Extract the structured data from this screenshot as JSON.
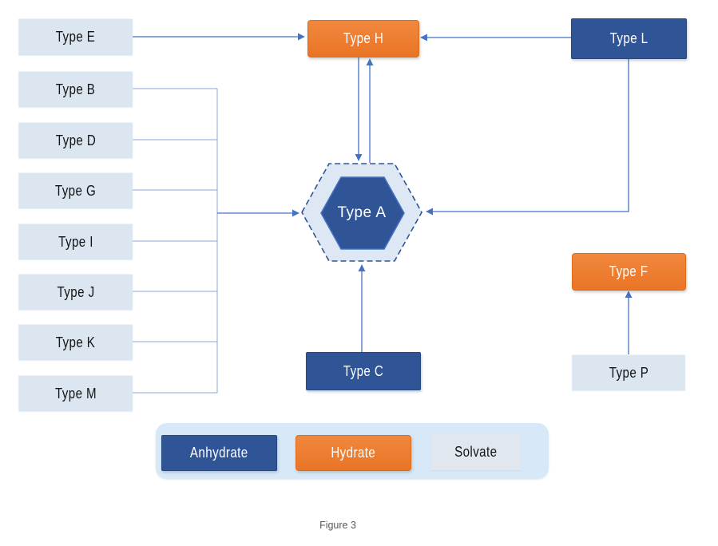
{
  "caption": "Figure 3",
  "colors": {
    "anhydrate": "#2F5597",
    "hydrate": "#ED7D31",
    "solvate": "#DCE6F1",
    "legend_background": "#D7E9F8",
    "connector": "#4472C4",
    "connector_light": "#8CA5D8",
    "hexagon_outer_fill": "#DEE8F5",
    "hexagon_border": "#2F5597"
  },
  "nodes": {
    "type_e": {
      "label": "Type E",
      "category": "solvate"
    },
    "type_b": {
      "label": "Type B",
      "category": "solvate"
    },
    "type_d": {
      "label": "Type D",
      "category": "solvate"
    },
    "type_g": {
      "label": "Type G",
      "category": "solvate"
    },
    "type_i": {
      "label": "Type I",
      "category": "solvate"
    },
    "type_j": {
      "label": "Type J",
      "category": "solvate"
    },
    "type_k": {
      "label": "Type K",
      "category": "solvate"
    },
    "type_m": {
      "label": "Type M",
      "category": "solvate"
    },
    "type_h": {
      "label": "Type H",
      "category": "hydrate"
    },
    "type_l": {
      "label": "Type L",
      "category": "anhydrate"
    },
    "type_a": {
      "label": "Type A",
      "category": "anhydrate",
      "shape": "hexagon-in-dashed-hexagon"
    },
    "type_c": {
      "label": "Type C",
      "category": "anhydrate"
    },
    "type_f": {
      "label": "Type F",
      "category": "hydrate"
    },
    "type_p": {
      "label": "Type P",
      "category": "solvate"
    }
  },
  "edges": [
    {
      "from": "type_e",
      "to": "type_h"
    },
    {
      "from": "type_l",
      "to": "type_h"
    },
    {
      "from": "type_h",
      "to": "type_a"
    },
    {
      "from": "type_a",
      "to": "type_h"
    },
    {
      "from": "type_b",
      "to": "type_a"
    },
    {
      "from": "type_d",
      "to": "type_a"
    },
    {
      "from": "type_g",
      "to": "type_a"
    },
    {
      "from": "type_i",
      "to": "type_a"
    },
    {
      "from": "type_j",
      "to": "type_a"
    },
    {
      "from": "type_k",
      "to": "type_a"
    },
    {
      "from": "type_m",
      "to": "type_a"
    },
    {
      "from": "type_l",
      "to": "type_a"
    },
    {
      "from": "type_c",
      "to": "type_a"
    },
    {
      "from": "type_p",
      "to": "type_f"
    }
  ],
  "legend": {
    "items": [
      {
        "label": "Anhydrate",
        "color": "#2F5597",
        "text_color": "#FFFFFF"
      },
      {
        "label": "Hydrate",
        "color": "#ED7D31",
        "text_color": "#FFFFFF"
      },
      {
        "label": "Solvate",
        "color": "#E1E7EF",
        "text_color": "#141414"
      }
    ]
  }
}
